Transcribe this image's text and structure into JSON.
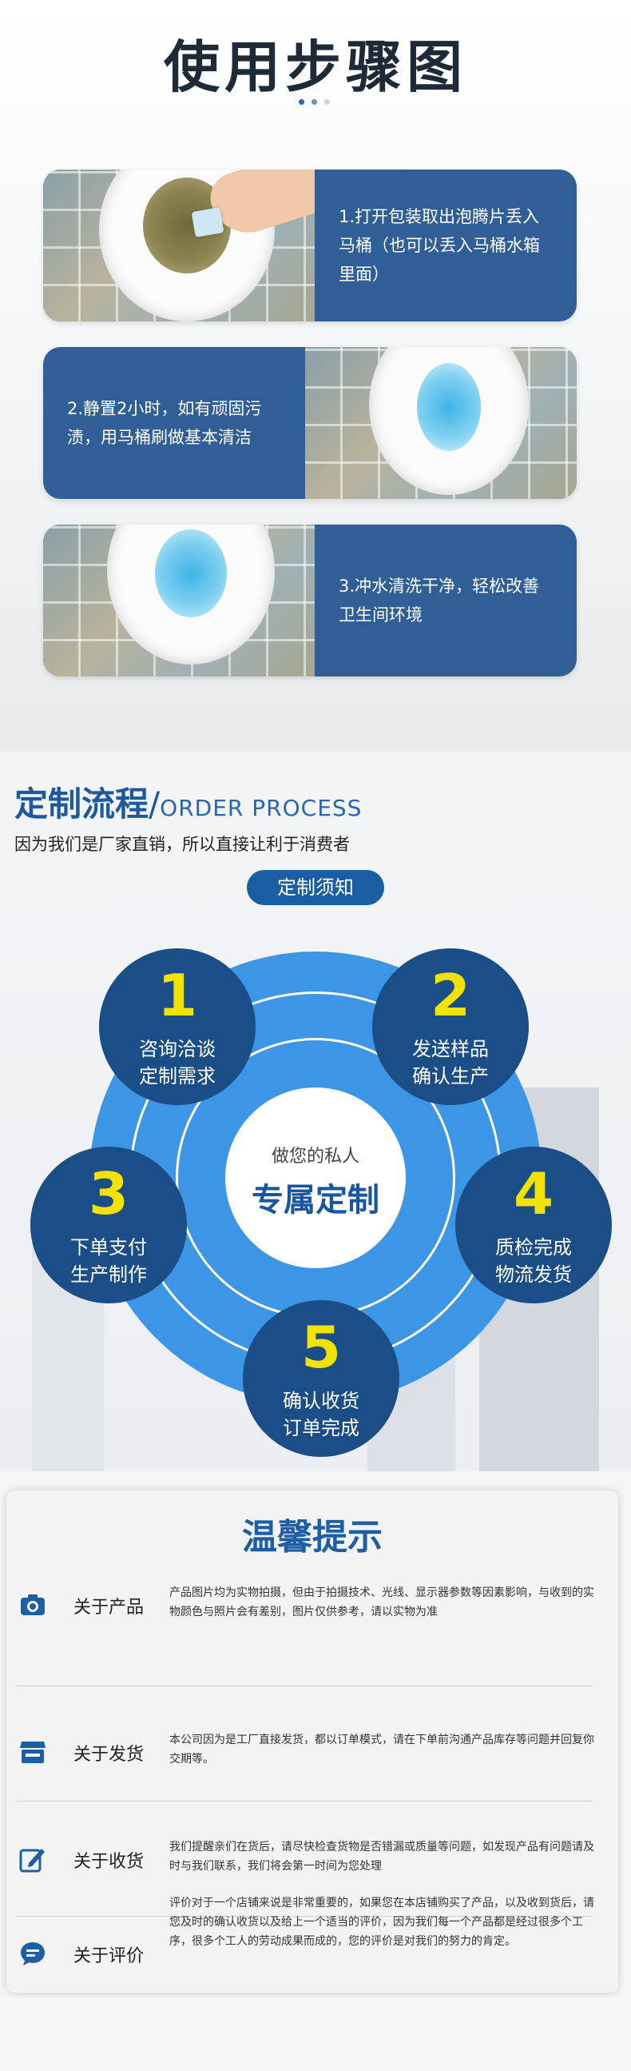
{
  "usage": {
    "title": "使用步骤图",
    "steps": [
      {
        "text": "1.打开包装取出泡腾片丢入马桶（也可以丢入马桶水箱里面）"
      },
      {
        "text": "2.静置2小时，如有顽固污渍，用马桶刷做基本清洁"
      },
      {
        "text": "3.冲水清洗干净，轻松改善卫生间环境"
      }
    ]
  },
  "process": {
    "title": "定制流程",
    "title_slash": "/",
    "title_en": "ORDER PROCESS",
    "subtitle": "因为我们是厂家直销，所以直接让利于消费者",
    "pill": "定制须知",
    "center_small": "做您的私人",
    "center_big": "专属定制",
    "nodes": [
      {
        "num": "1",
        "line1": "咨询洽谈",
        "line2": "定制需求"
      },
      {
        "num": "2",
        "line1": "发送样品",
        "line2": "确认生产"
      },
      {
        "num": "3",
        "line1": "下单支付",
        "line2": "生产制作"
      },
      {
        "num": "4",
        "line1": "质检完成",
        "line2": "物流发货"
      },
      {
        "num": "5",
        "line1": "确认收货",
        "line2": "订单完成"
      }
    ]
  },
  "tips": {
    "title": "温馨提示",
    "items": [
      {
        "icon": "camera-icon",
        "label": "关于产品",
        "desc": "产品图片均为实物拍摄，但由于拍摄技术、光线、显示器参数等因素影响，与收到的实物颜色与照片会有差别，图片仅供参考，请以实物为准"
      },
      {
        "icon": "store-icon",
        "label": "关于发货",
        "desc": "本公司因为是工厂直接发货，都以订单模式，请在下单前沟通产品库存等问题并回复你交期等。"
      },
      {
        "icon": "edit-icon",
        "label": "关于收货",
        "desc": "我们提醒亲们在货后，请尽快检查货物是否错漏或质量等问题，如发现产品有问题请及时与我们联系，我们将会第一时间为您处理"
      },
      {
        "icon": "chat-icon",
        "label": "关于评价",
        "desc": "评价对于一个店铺来说是非常重要的，如果您在本店铺购买了产品，以及收到货后，请您及时的确认收货以及给上一个适当的评价，因为我们每一个产品都是经过很多个工序，很多个工人的劳动成果而成的，您的评价是对我们的努力的肯定。"
      }
    ]
  },
  "colors": {
    "brand_blue": "#2f5f96",
    "ring_blue": "#3d95e6",
    "node_navy": "#1b4d86",
    "number_yellow": "#f2e200"
  }
}
